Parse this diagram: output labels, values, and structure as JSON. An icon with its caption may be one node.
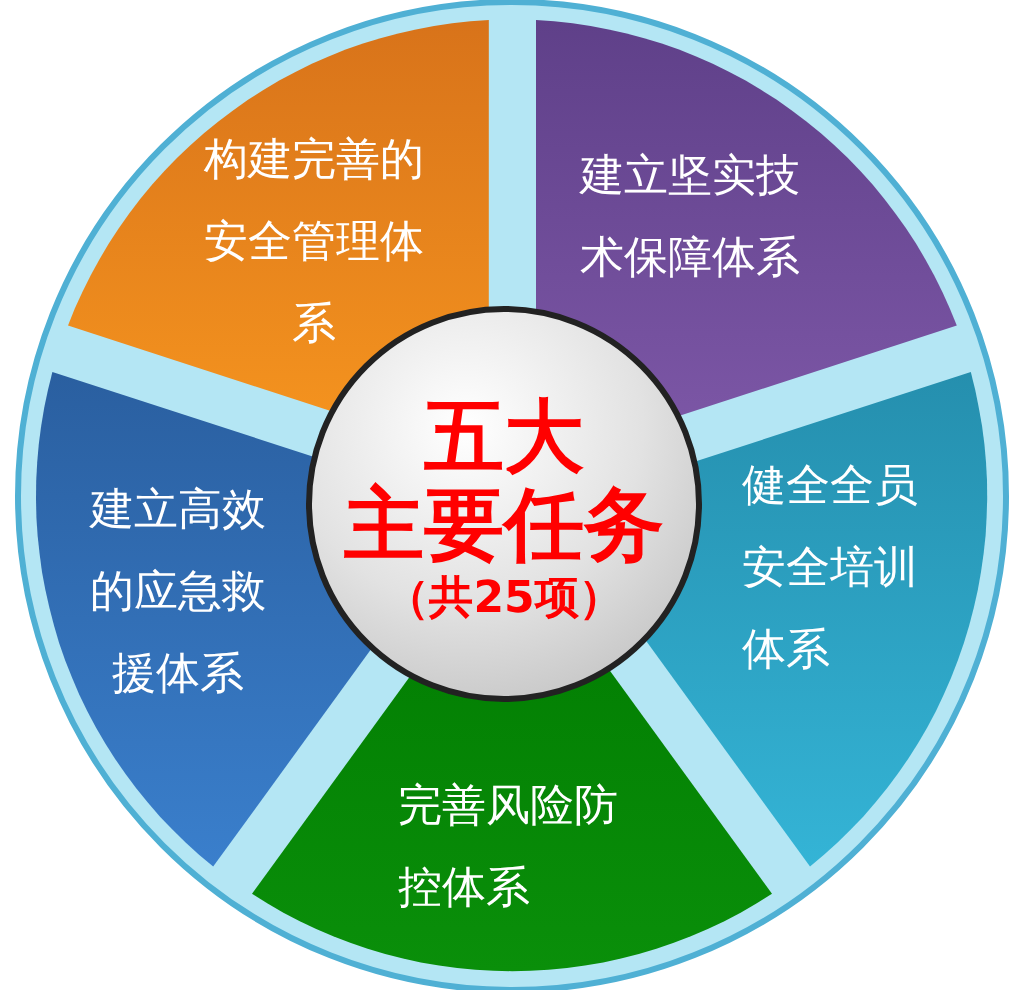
{
  "diagram": {
    "nodes": [
      {
        "text": [
          "五大主要任务",
          "（共25项）"
        ]
      },
      {
        "text": [
          "构建完善的安全管理体系"
        ]
      },
      {
        "text": [
          "建立坚实技术保障体系"
        ]
      },
      {
        "text": [
          "健全全员安全培训体系"
        ]
      },
      {
        "text": [
          "完善风险防控体系"
        ]
      },
      {
        "text": [
          "建立高效的应急救援体系"
        ]
      }
    ]
  }
}
